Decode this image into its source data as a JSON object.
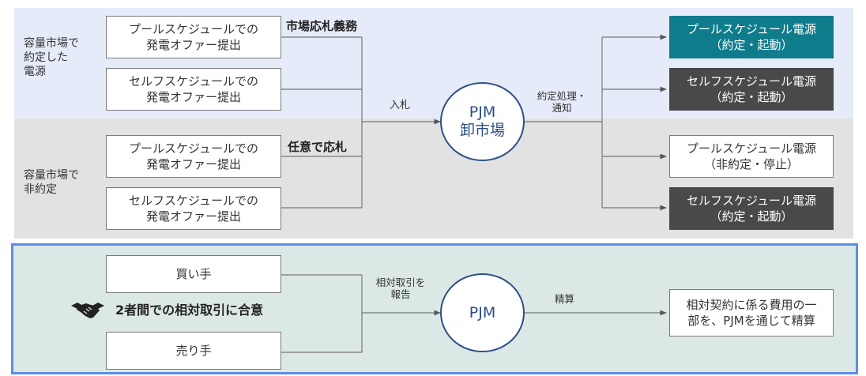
{
  "top": {
    "left_label": "容量市場で\n約定した\n電源",
    "note": "市場応札義務",
    "offers": [
      {
        "line1": "プールスケジュールでの",
        "line2": "発電オファー提出"
      },
      {
        "line1": "セルフスケジュールでの",
        "line2": "発電オファー提出"
      }
    ]
  },
  "middle": {
    "left_label": "容量市場で\n非約定",
    "note": "任意で応札",
    "offers": [
      {
        "line1": "プールスケジュールでの",
        "line2": "発電オファー提出"
      },
      {
        "line1": "セルフスケジュールでの",
        "line2": "発電オファー提出"
      }
    ]
  },
  "wholesale": {
    "circle_line1": "PJM",
    "circle_line2": "卸市場",
    "bid_label": "入札",
    "notify_label": "約定処理・\n通知",
    "results": [
      {
        "line1": "プールスケジュール電源",
        "line2": "（約定・起動）",
        "style": "teal"
      },
      {
        "line1": "セルフスケジュール電源",
        "line2": "（約定・起動）",
        "style": "dark"
      },
      {
        "line1": "プールスケジュール電源",
        "line2": "（非約定・停止）",
        "style": "white"
      },
      {
        "line1": "セルフスケジュール電源",
        "line2": "（約定・起動）",
        "style": "dark"
      }
    ]
  },
  "bilateral": {
    "buyer": "買い手",
    "seller": "売り手",
    "agreement": "2者間での相対取引に合意",
    "report_label": "相対取引を\n報告",
    "circle_label": "PJM",
    "settle_label": "精算",
    "result_line1": "相対契約に係る費用の一",
    "result_line2": "部を、PJMを通じて精算"
  },
  "colors": {
    "teal": "#0f7c8c",
    "dark": "#4a4949",
    "blue_band": "#e6ebfa",
    "gray_band": "#e2e2e2",
    "green_band": "#dbe8e5",
    "frame": "#5b8ee6",
    "circle": "#2d4f86"
  },
  "icons": {
    "handshake": "handshake-icon"
  }
}
